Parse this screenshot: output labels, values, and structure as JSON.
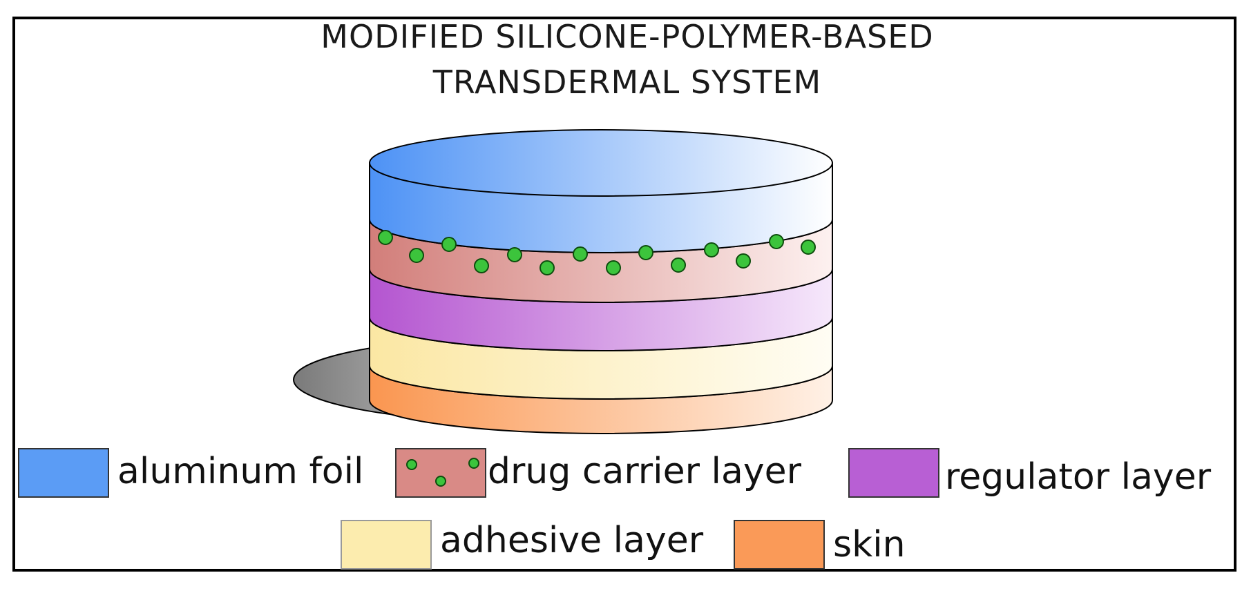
{
  "title": {
    "line1": "MODIFIED SILICONE-POLYMER-BASED",
    "line2": "TRANSDERMAL SYSTEM"
  },
  "colors": {
    "aluminum_foil": "#5b9cf5",
    "drug_carrier": "#d98a86",
    "regulator": "#b85fd4",
    "adhesive": "#fcecae",
    "skin": "#fa9a58",
    "drug_particle": "#3cc43c",
    "base_plate": "#9a9a9a"
  },
  "layers": [
    {
      "id": "aluminum_foil",
      "name": "aluminum foil"
    },
    {
      "id": "drug_carrier",
      "name": "drug carrier layer"
    },
    {
      "id": "regulator",
      "name": "regulator layer"
    },
    {
      "id": "adhesive",
      "name": "adhesive layer"
    },
    {
      "id": "skin",
      "name": "skin"
    }
  ],
  "legend": {
    "aluminum_foil": "aluminum foil",
    "drug_carrier": "drug carrier layer",
    "regulator": "regulator layer",
    "adhesive": "adhesive layer",
    "skin": "skin"
  }
}
